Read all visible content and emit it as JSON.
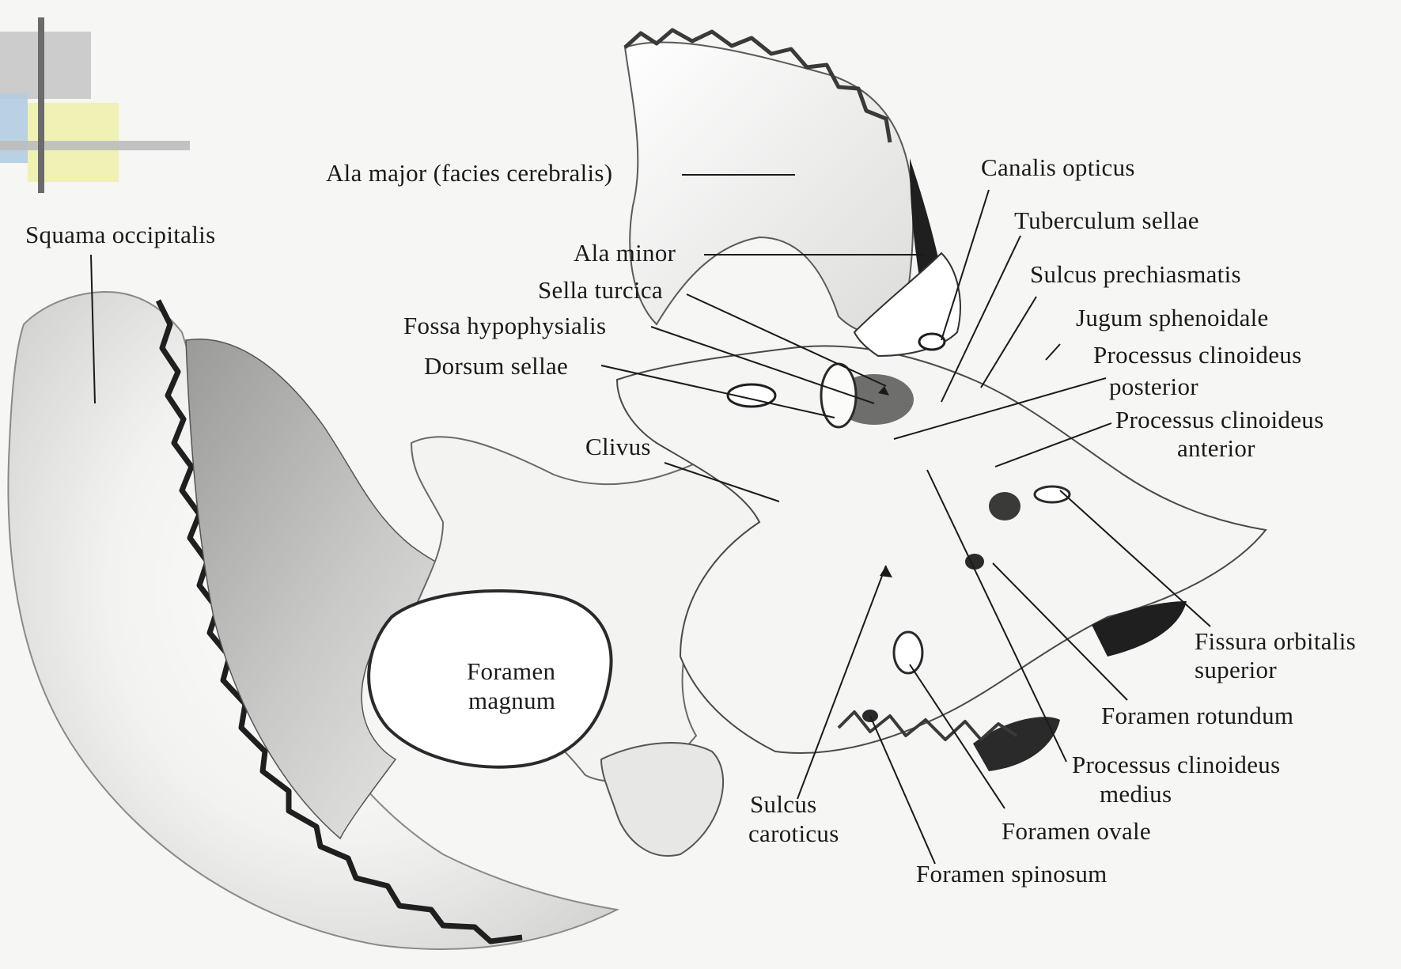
{
  "labels": {
    "ala_major": "Ala major (facies cerebralis)",
    "canalis_opticus": "Canalis opticus",
    "squama_occipitalis": "Squama occipitalis",
    "tuberculum_sellae": "Tuberculum sellae",
    "ala_minor": "Ala minor",
    "sulcus_prechiasmatis": "Sulcus prechiasmatis",
    "sella_turcica": "Sella turcica",
    "jugum_sphenoidale": "Jugum sphenoidale",
    "fossa_hypophysialis": "Fossa hypophysialis",
    "proc_clin_post_1": "Processus clinoideus",
    "proc_clin_post_2": "posterior",
    "dorsum_sellae": "Dorsum sellae",
    "proc_clin_ant_1": "Processus clinoideus",
    "proc_clin_ant_2": "anterior",
    "clivus": "Clivus",
    "fissura_orb_1": "Fissura orbitalis",
    "fissura_orb_2": "superior",
    "foramen_magnum_1": "Foramen",
    "foramen_magnum_2": "magnum",
    "foramen_rotundum": "Foramen rotundum",
    "proc_clin_med_1": "Processus clinoideus",
    "proc_clin_med_2": "medius",
    "sulcus_caroticus_1": "Sulcus",
    "sulcus_caroticus_2": "caroticus",
    "foramen_ovale": "Foramen ovale",
    "foramen_spinosum": "Foramen spinosum"
  },
  "colors": {
    "bone": "#fbfbf8",
    "shadow": "#7c7c7a",
    "deep_shadow": "#2b2b2b",
    "line": "#1a1a1a",
    "deco_gray": "#bfbfbf",
    "deco_blue": "#b7cfe0",
    "deco_yellow": "#eef0a8"
  }
}
